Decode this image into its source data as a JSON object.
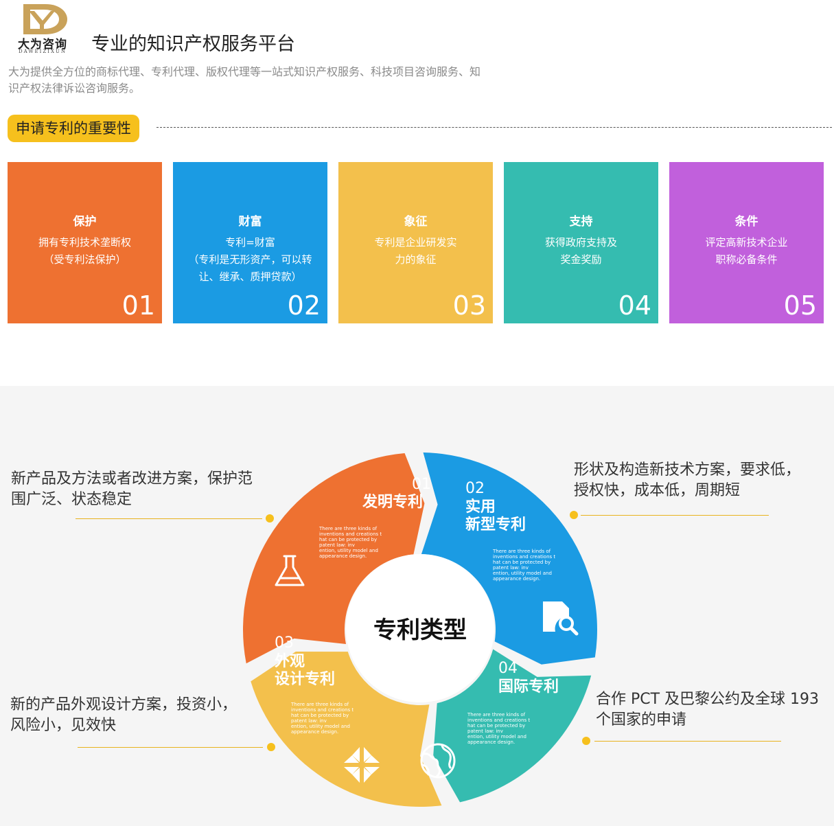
{
  "header": {
    "logo_text": "大为咨询",
    "logo_sub": "DAWEIZIXUN",
    "slogan": "专业的知识产权服务平台",
    "intro": "大为提供全方位的商标代理、专利代理、版权代理等一站式知识产权服务、科技项目咨询服务、知识产权法律诉讼咨询服务。"
  },
  "section": {
    "title": "申请专利的重要性"
  },
  "cards": [
    {
      "title": "保护",
      "lines": [
        "拥有专利技术垄断权",
        "（受专利法保护）"
      ],
      "num": "01",
      "color": "#ee7131"
    },
    {
      "title": "财富",
      "lines": [
        "专利=财富",
        "（专利是无形资产，可以转",
        "让、继承、质押贷款）"
      ],
      "num": "02",
      "color": "#1b9be3"
    },
    {
      "title": "象征",
      "lines": [
        "专利是企业研发实",
        "力的象征"
      ],
      "num": "03",
      "color": "#f3c04c"
    },
    {
      "title": "支持",
      "lines": [
        "获得政府支持及",
        "奖金奖励"
      ],
      "num": "04",
      "color": "#35bcb0"
    },
    {
      "title": "条件",
      "lines": [
        "评定高新技术企业",
        "职称必备条件"
      ],
      "num": "05",
      "color": "#c160dc"
    }
  ],
  "wheel": {
    "center": "专利类型",
    "segments": [
      {
        "num": "01",
        "title": [
          "发明专利"
        ],
        "color": "#ee7131",
        "icon": "flask-icon",
        "small": [
          "There are three kinds of",
          "inventions and creations t",
          "hat can be protected by",
          "patent law: inv",
          "ention, utility model and",
          "appearance design."
        ]
      },
      {
        "num": "02",
        "title": [
          "实用",
          "新型专利"
        ],
        "color": "#1b9be3",
        "icon": "document-search-icon",
        "small": [
          "There are three kinds of",
          "inventions and creations t",
          "hat can be protected by",
          "patent law: inv",
          "ention, utility model and",
          "appearance design."
        ]
      },
      {
        "num": "03",
        "title": [
          "外观",
          "设计专利"
        ],
        "color": "#f3c04c",
        "icon": "compass-arrows-icon",
        "small": [
          "There are three kinds of",
          "inventions and creations t",
          "hat can be protected by",
          "patent law: inv",
          "ention, utility model and",
          "appearance design."
        ]
      },
      {
        "num": "04",
        "title": [
          "国际专利"
        ],
        "color": "#35bcb0",
        "icon": "globe-icon",
        "small": [
          "There are three kinds of",
          "inventions and creations t",
          "hat can be protected by",
          "patent law: inv",
          "ention, utility model and",
          "appearance design."
        ]
      }
    ]
  },
  "side_texts": {
    "top_left": [
      "新产品及方法或者改进方案，保护范",
      "围广泛、状态稳定"
    ],
    "top_right": [
      "形状及构造新技术方案，要求低，",
      "授权快，成本低，周期短"
    ],
    "bottom_left": [
      "新的产品外观设计方案，投资小，",
      "风险小，见效快"
    ],
    "bottom_right": [
      "合作 PCT 及巴黎公约及全球 193",
      "个国家的申请"
    ]
  },
  "colors": {
    "accent": "#f6c01d",
    "orange": "#ee7131",
    "blue": "#1b9be3",
    "yellow": "#f3c04c",
    "teal": "#35bcb0",
    "purple": "#c160dc"
  }
}
